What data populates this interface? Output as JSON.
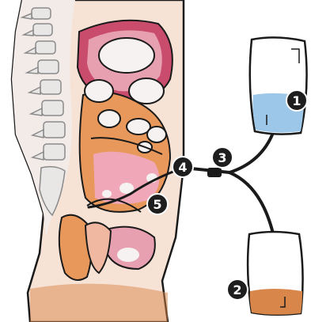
{
  "markers": [
    {
      "id": "1",
      "label": "1"
    },
    {
      "id": "2",
      "label": "2"
    },
    {
      "id": "3",
      "label": "3"
    },
    {
      "id": "4",
      "label": "4"
    },
    {
      "id": "5",
      "label": "5"
    }
  ],
  "colors": {
    "body_outline": "#1a1a1a",
    "skin": "#f6e3d6",
    "organ_pink": "#e6a0b0",
    "organ_dark": "#c94c6c",
    "bowel_orange": "#e8985a",
    "spine_bone": "#e9e6e6",
    "bag_fluid_clear": "#9cc7e8",
    "bag_fluid_used": "#d9864a",
    "marker_fill": "#1e1e1e"
  }
}
